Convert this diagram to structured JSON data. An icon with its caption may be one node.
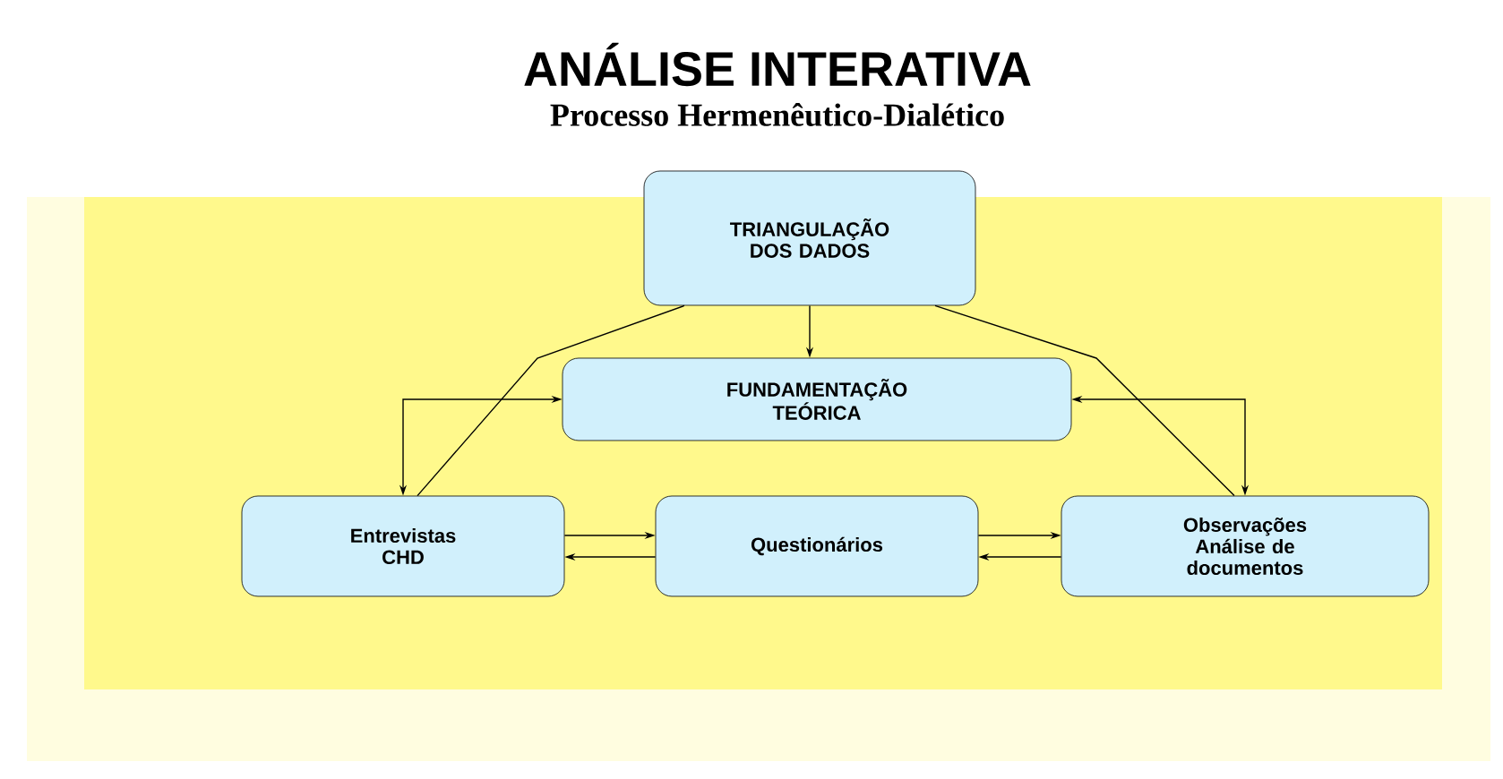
{
  "diagram": {
    "title": "ANÁLISE INTERATIVA",
    "nodes": [
      {
        "text": [
          "TRIANGULAÇÃO DOS DADOS"
        ]
      },
      {
        "text": [
          "FUNDAMENTAÇÃO TEÓRICA"
        ]
      },
      {
        "text": [
          "Entrevistas CHD"
        ]
      },
      {
        "text": [
          "Questionários"
        ]
      },
      {
        "text": [
          "Observações Análise de documentos"
        ]
      }
    ],
    "edges": [
      {
        "from": 0,
        "to": 1,
        "arrow": "to"
      },
      {
        "from": 0,
        "to": 2,
        "arrow": "none"
      },
      {
        "from": 0,
        "to": 4,
        "arrow": "none"
      },
      {
        "from": 1,
        "to": 2,
        "arrow": "both"
      },
      {
        "from": 1,
        "to": 4,
        "arrow": "both"
      },
      {
        "from": 2,
        "to": 3,
        "arrow": "to"
      },
      {
        "from": 3,
        "to": 2,
        "arrow": "to"
      },
      {
        "from": 3,
        "to": 4,
        "arrow": "to"
      },
      {
        "from": 4,
        "to": 3,
        "arrow": "to"
      }
    ],
    "labels": [
      "Processo Hermenêutico-Dialético"
    ]
  }
}
